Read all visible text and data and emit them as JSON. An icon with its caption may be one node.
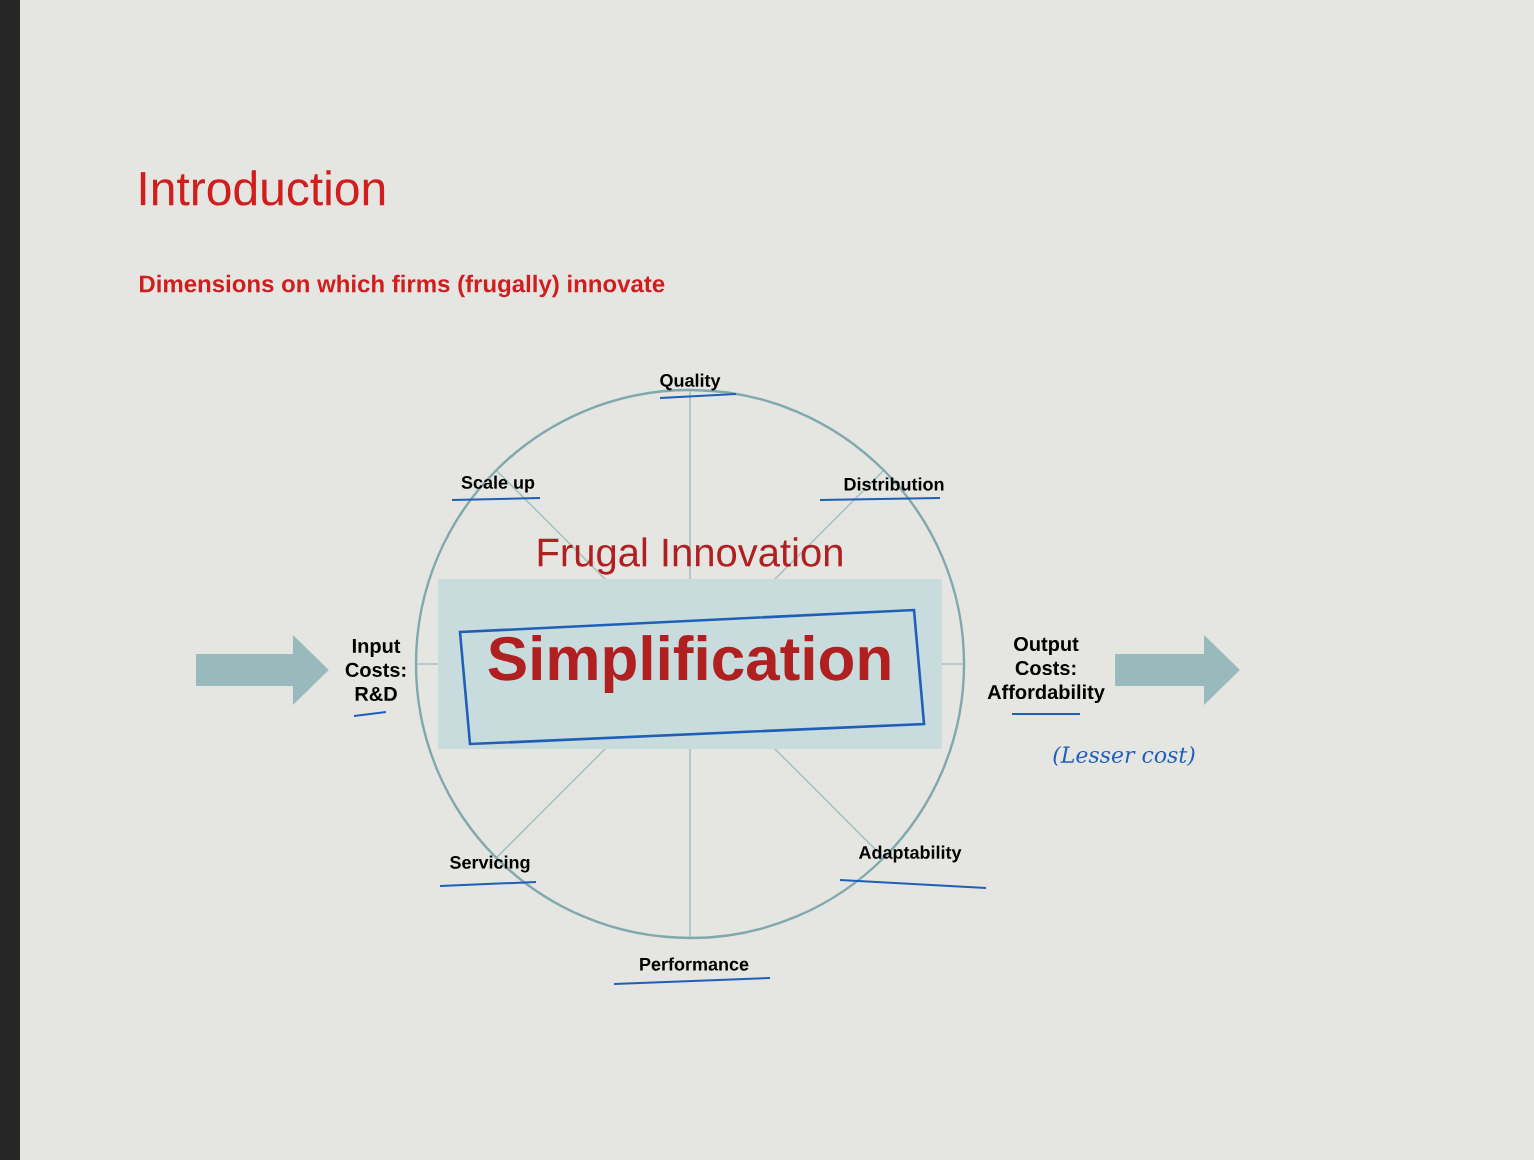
{
  "diagram": {
    "title": "Introduction",
    "nodes": [
      {
        "text": [
          "Frugal Innovation"
        ]
      },
      {
        "text": [
          "Simplification"
        ],
        "in": 0
      },
      {
        "text": [
          "Input Costs: R&D"
        ]
      },
      {
        "text": [
          "Output Costs: Affordability"
        ]
      }
    ],
    "edges": [
      {
        "from": null,
        "to": 2,
        "arrow": "to"
      },
      {
        "from": 3,
        "to": null,
        "arrow": "to"
      }
    ],
    "labels": [
      "Dimensions on which firms (frugally) innovate",
      "Quality",
      "Scale up",
      "Distribution",
      "Servicing",
      "Adaptability",
      "Performance",
      "(Lesser cost)"
    ]
  }
}
